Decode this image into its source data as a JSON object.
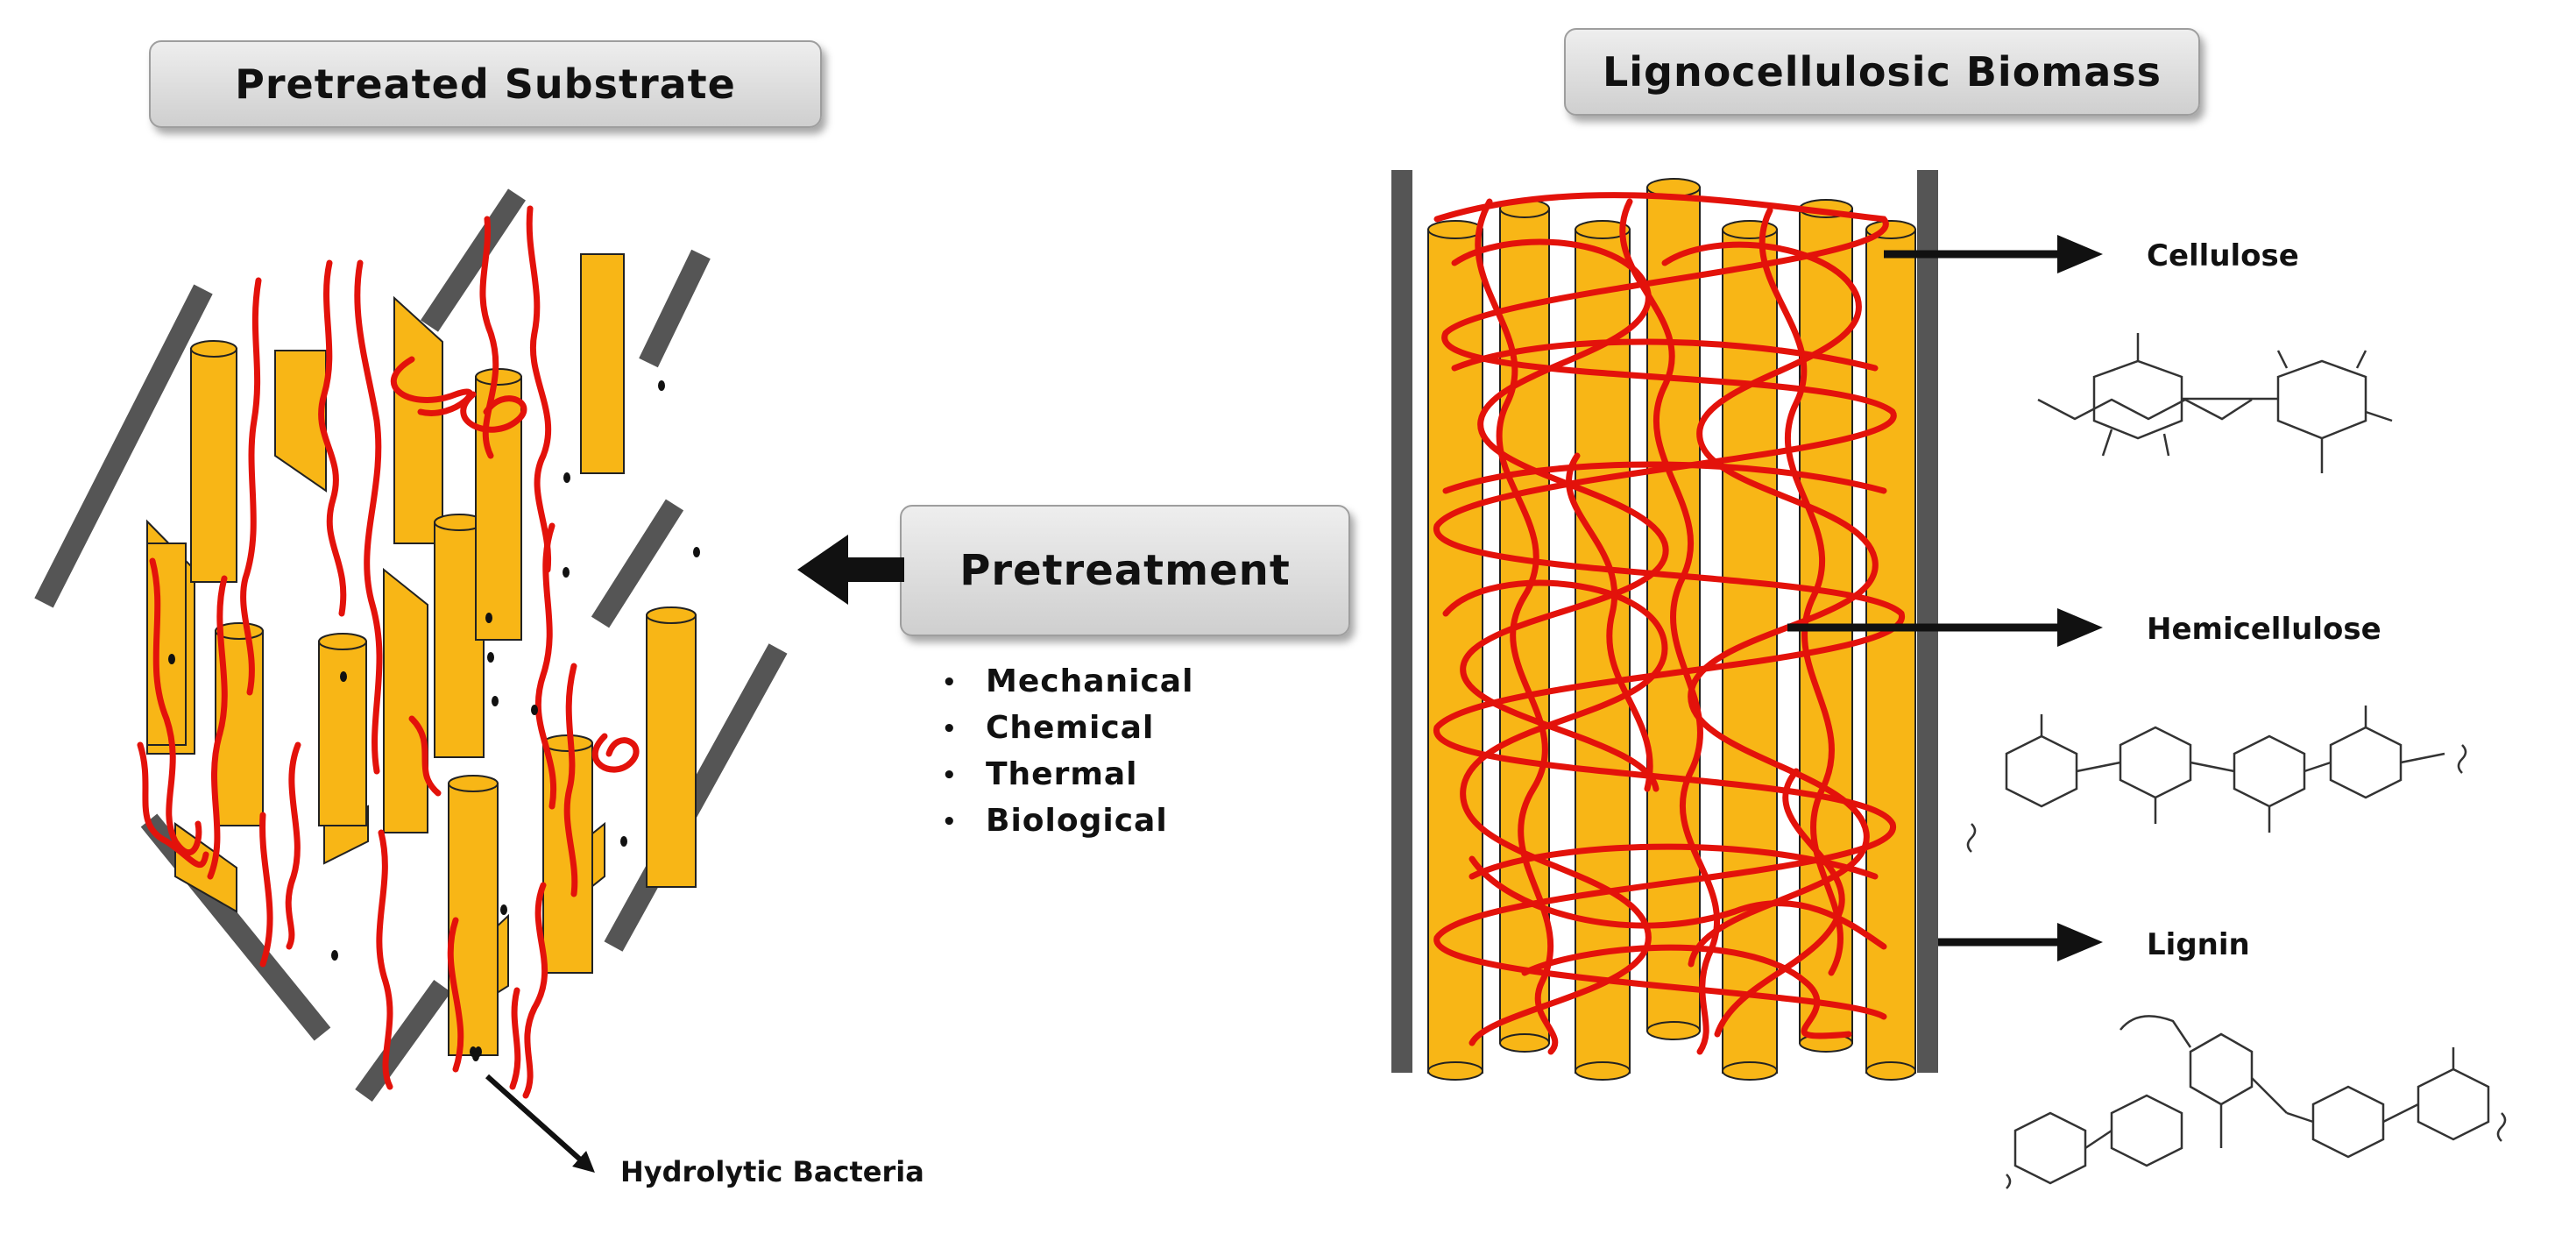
{
  "left_panel": {
    "title": "Pretreated Substrate",
    "bacteria_label": "Hydrolytic Bacteria"
  },
  "right_panel": {
    "title": "Lignocellulosic Biomass"
  },
  "center": {
    "process": "Pretreatment",
    "methods": [
      "Mechanical",
      "Chemical",
      "Thermal",
      "Biological"
    ]
  },
  "components": {
    "cellulose": "Cellulose",
    "hemicellulose": "Hemicellulose",
    "lignin": "Lignin"
  },
  "colors": {
    "fiber": "#f8b616",
    "fiber_edge": "#1a1a1a",
    "lignin_strand": "#e3120b",
    "wall": "#555555"
  }
}
